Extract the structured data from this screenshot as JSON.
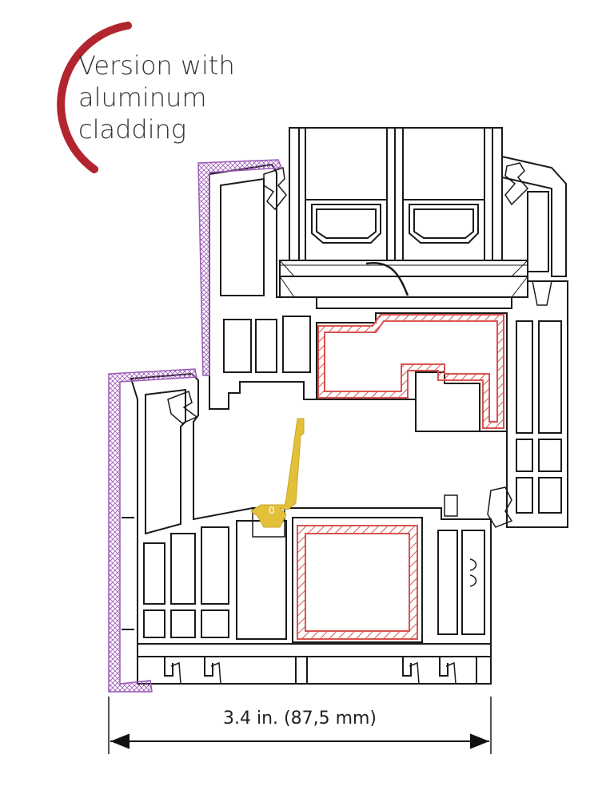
{
  "caption": {
    "lines": [
      "Version with",
      "aluminum",
      "cladding"
    ]
  },
  "dimension": {
    "label": "3.4 in. (87,5 mm)"
  },
  "zero_mark": "0",
  "colors": {
    "accent_arc": "#b3252e",
    "outline": "#1a1a1a",
    "cladding": "#9b59b6",
    "steel_reinforcement": "#d9534f",
    "gasket_hardware": "#e3c03a"
  }
}
